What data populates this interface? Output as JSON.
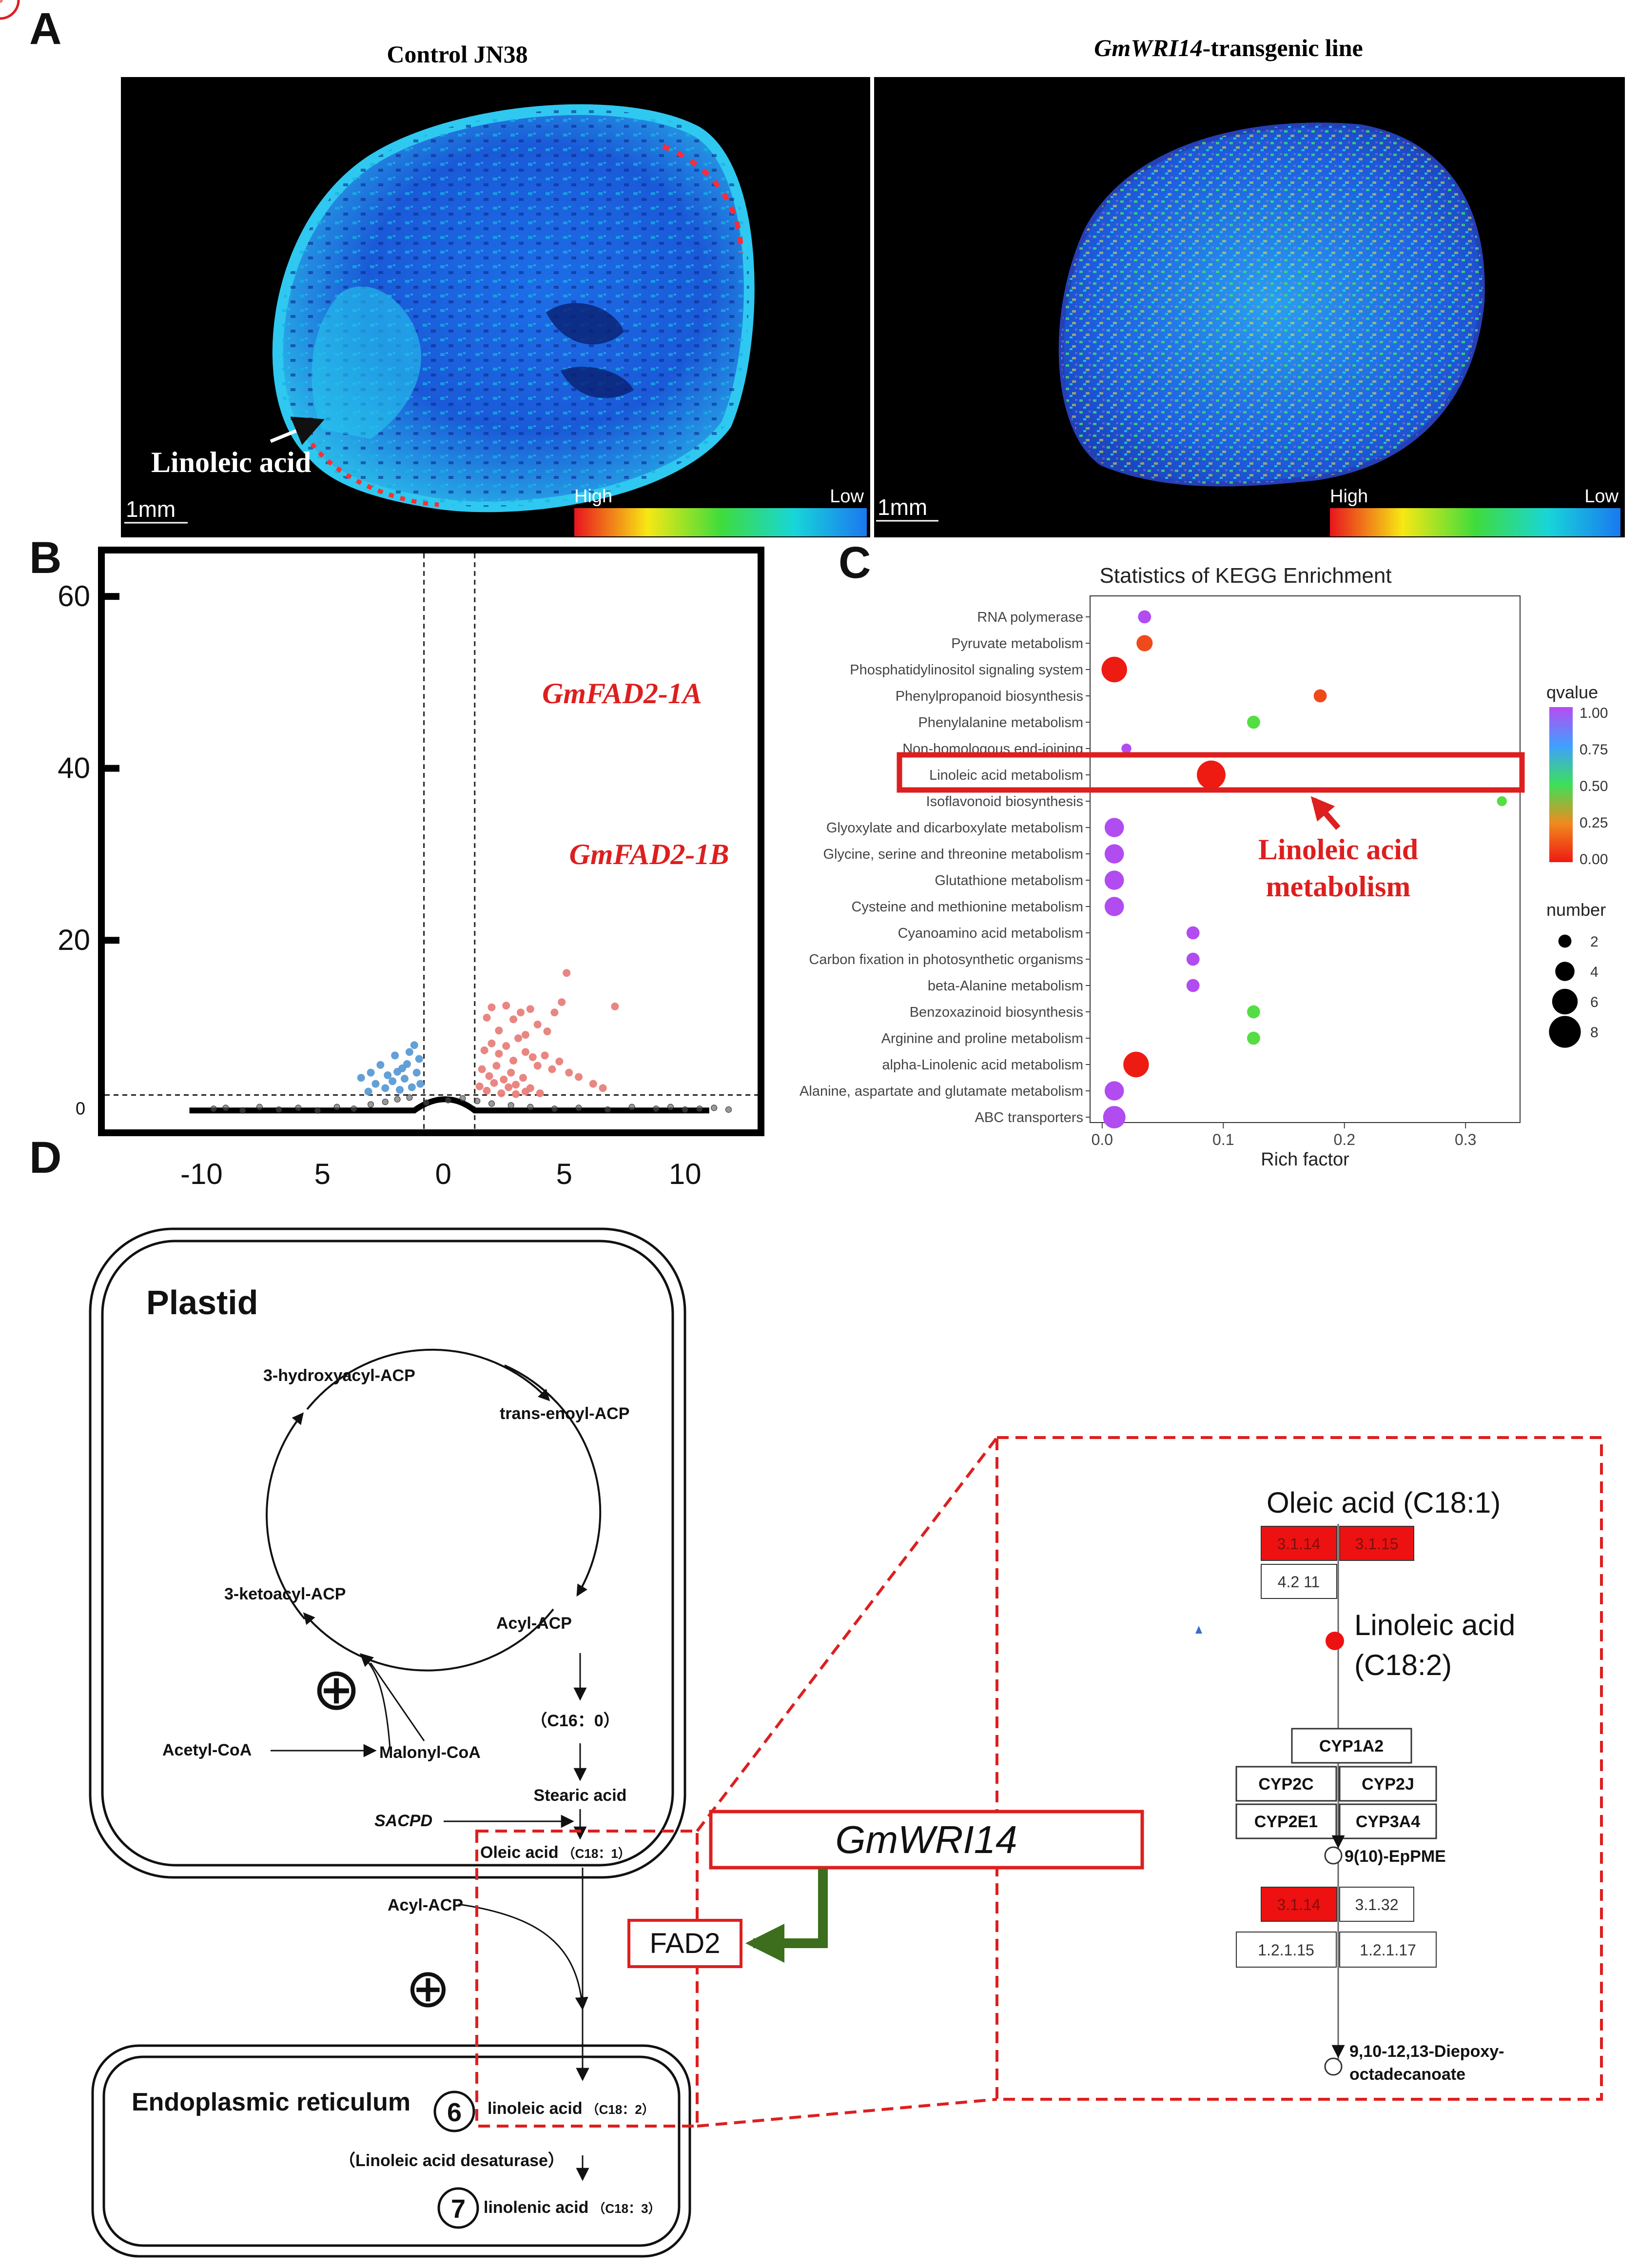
{
  "panels": {
    "a": "A",
    "b": "B",
    "c": "C",
    "d": "D"
  },
  "panel_a": {
    "left_title": "Control JN38",
    "right_title_gene": "GmWRI14",
    "right_title_rest": "-transgenic line",
    "annotation": "Linoleic acid",
    "scale": "1mm",
    "legend_high": "High",
    "legend_low": "Low"
  },
  "panel_b": {
    "gene_a": "GmFAD2-1A",
    "gene_b": "GmFAD2-1B"
  },
  "panel_c": {
    "annotation_line1": "Linoleic acid",
    "annotation_line2": "metabolism",
    "legend_q_title": "qvalue",
    "legend_n_title": "number"
  },
  "panel_d": {
    "plastid": "Plastid",
    "cycle": {
      "n1": "3-hydroxyacyl-ACP",
      "n2": "trans-enoyl-ACP",
      "n3": "3-ketoacyl-ACP",
      "n4": "Acyl-ACP"
    },
    "acetyl": "Acetyl-CoA",
    "malonyl": "Malonyl-CoA",
    "c16_main": "（C16：0）",
    "stearic": "Stearic acid",
    "sacpd": "SACPD",
    "oleic_main": "Oleic acid",
    "oleic_sub": "（C18：1）",
    "acyl_acp2": "Acyl-ACP",
    "plus": "⊕",
    "fad2": "FAD2",
    "gmwri14": "GmWRI14",
    "er": "Endoplasmic reticulum",
    "step6": "6",
    "linoleic_main": "linoleic acid",
    "linoleic_sub": "（C18：2）",
    "desaturase": "（Linoleic acid desaturase）",
    "step7": "7",
    "linolenic_main": "linolenic acid",
    "linolenic_sub": "（C18：3）",
    "inset": {
      "oleic": "Oleic acid (C18:1)",
      "lin1": "Linoleic acid",
      "lin2": "(C18:2)",
      "ec1": "3.1.14",
      "ec2": "3.1.15",
      "ec3": "4.2 11",
      "cyp1a2": "CYP1A2",
      "cyp2c": "CYP2C",
      "cyp2j": "CYP2J",
      "cyp2e1": "CYP2E1",
      "cyp3a4": "CYP3A4",
      "epme": "9(10)-EpPME",
      "ec4": "3.1.14",
      "ec5": "3.1.32",
      "ec6": "1.2.1.15",
      "ec7": "1.2.1.17",
      "diep1": "9,10-12,13-Diepoxy-",
      "diep2": "octadecanoate"
    }
  },
  "colors": {
    "accent_red": "#dd1f1f",
    "up": "#e8807a",
    "down": "#5b9bd5",
    "arrow_green": "#3c6e1e",
    "ec_fill": "#ee1111"
  },
  "chart_data": [
    {
      "type": "scatter",
      "title": "",
      "xlabel": "",
      "ylabel": "",
      "x_ticks": [
        "-10",
        "5",
        "0",
        "5",
        "10"
      ],
      "y_ticks": [
        "0",
        "20",
        "40",
        "60"
      ],
      "xlim": [
        -14,
        13
      ],
      "ylim": [
        -2,
        65
      ],
      "thresholds": {
        "x": [
          -0.8,
          1.3
        ],
        "y": 2
      },
      "labeled_points": [
        {
          "x": 5.4,
          "y": 55.8
        },
        {
          "x": 4.0,
          "y": 30.0
        }
      ],
      "series": [
        {
          "values": [
            [
              1.8,
              11
            ],
            [
              2.0,
              12.2
            ],
            [
              2.3,
              9.5
            ],
            [
              2.6,
              12.4
            ],
            [
              2.9,
              10.8
            ],
            [
              3.2,
              11.6
            ],
            [
              3.4,
              9.0
            ],
            [
              3.6,
              12.0
            ],
            [
              3.9,
              10.2
            ],
            [
              4.3,
              9.4
            ],
            [
              4.6,
              11.6
            ],
            [
              4.9,
              12.8
            ],
            [
              5.1,
              16.2
            ],
            [
              7.1,
              12.3
            ],
            [
              1.7,
              7.2
            ],
            [
              2.0,
              8.0
            ],
            [
              2.3,
              6.8
            ],
            [
              2.6,
              7.7
            ],
            [
              2.9,
              6.0
            ],
            [
              3.1,
              8.6
            ],
            [
              3.4,
              7.0
            ],
            [
              3.7,
              6.4
            ],
            [
              3.9,
              5.4
            ],
            [
              4.2,
              6.6
            ],
            [
              4.5,
              5.0
            ],
            [
              4.8,
              5.9
            ],
            [
              5.2,
              4.6
            ],
            [
              5.6,
              4.1
            ],
            [
              6.2,
              3.3
            ],
            [
              6.6,
              2.8
            ],
            [
              1.6,
              5.0
            ],
            [
              1.9,
              4.2
            ],
            [
              2.2,
              5.4
            ],
            [
              2.5,
              3.8
            ],
            [
              2.8,
              4.6
            ],
            [
              3.0,
              3.2
            ],
            [
              3.3,
              4.0
            ],
            [
              3.6,
              2.8
            ],
            [
              1.5,
              3.0
            ],
            [
              1.8,
              2.5
            ],
            [
              2.1,
              3.4
            ],
            [
              2.4,
              2.2
            ],
            [
              2.7,
              2.9
            ],
            [
              3.0,
              2.1
            ],
            [
              3.4,
              2.4
            ],
            [
              4.0,
              2.2
            ]
          ]
        },
        {
          "values": [
            [
              -3.4,
              4.0
            ],
            [
              -3.0,
              4.6
            ],
            [
              -2.6,
              5.5
            ],
            [
              -2.3,
              4.3
            ],
            [
              -2.0,
              6.6
            ],
            [
              -1.7,
              5.1
            ],
            [
              -1.4,
              7.0
            ],
            [
              -1.2,
              7.8
            ],
            [
              -1.0,
              6.2
            ],
            [
              -2.8,
              3.3
            ],
            [
              -2.4,
              2.8
            ],
            [
              -2.1,
              3.6
            ],
            [
              -1.8,
              2.6
            ],
            [
              -1.6,
              3.9
            ],
            [
              -1.3,
              2.9
            ],
            [
              -1.1,
              4.6
            ],
            [
              -0.95,
              3.3
            ],
            [
              -3.1,
              2.4
            ],
            [
              -1.5,
              5.6
            ],
            [
              -1.9,
              4.7
            ]
          ]
        },
        {
          "values": [
            [
              -9.5,
              0.4
            ],
            [
              -9.0,
              0.5
            ],
            [
              -8.3,
              0.2
            ],
            [
              -7.6,
              0.6
            ],
            [
              -6.8,
              0.3
            ],
            [
              -6.0,
              0.5
            ],
            [
              -5.2,
              0.2
            ],
            [
              -4.4,
              0.6
            ],
            [
              -3.7,
              0.4
            ],
            [
              -3.0,
              0.9
            ],
            [
              -2.4,
              1.2
            ],
            [
              -1.9,
              1.5
            ],
            [
              -1.4,
              1.7
            ],
            [
              -0.7,
              1.1
            ],
            [
              0.2,
              1.4
            ],
            [
              0.8,
              1.6
            ],
            [
              1.4,
              1.3
            ],
            [
              2.0,
              1.0
            ],
            [
              2.8,
              0.8
            ],
            [
              3.6,
              0.6
            ],
            [
              4.6,
              0.4
            ],
            [
              5.6,
              0.5
            ],
            [
              6.8,
              0.3
            ],
            [
              7.8,
              0.6
            ],
            [
              8.8,
              0.4
            ],
            [
              9.4,
              0.6
            ],
            [
              10.0,
              0.3
            ],
            [
              10.6,
              0.4
            ],
            [
              11.2,
              0.5
            ],
            [
              11.8,
              0.3
            ]
          ]
        }
      ]
    },
    {
      "type": "scatter",
      "title": "Statistics of KEGG Enrichment",
      "xlabel": "Rich factor",
      "ylabel": "",
      "x_ticks": [
        "0.0",
        "0.1",
        "0.2",
        "0.3"
      ],
      "xlim": [
        -0.01,
        0.345
      ],
      "categories": [
        "RNA polymerase",
        "Pyruvate metabolism",
        "Phosphatidylinositol signaling system",
        "Phenylpropanoid biosynthesis",
        "Phenylalanine metabolism",
        "Non-homologous end-joining",
        "Linoleic acid metabolism",
        "Isoflavonoid biosynthesis",
        "Glyoxylate and dicarboxylate metabolism",
        "Glycine, serine and threonine metabolism",
        "Glutathione metabolism",
        "Cysteine and methionine metabolism",
        "Cyanoamino acid metabolism",
        "Carbon fixation in photosynthetic organisms",
        "beta-Alanine metabolism",
        "Benzoxazinoid biosynthesis",
        "Arginine and proline metabolism",
        "alpha-Linolenic acid metabolism",
        "Alanine, aspartate and glutamate metabolism",
        "ABC transporters"
      ],
      "rich_factor": [
        0.035,
        0.035,
        0.01,
        0.18,
        0.125,
        0.02,
        0.09,
        0.33,
        0.01,
        0.01,
        0.01,
        0.01,
        0.075,
        0.075,
        0.075,
        0.125,
        0.125,
        0.028,
        0.01,
        0.01
      ],
      "number": [
        2,
        3,
        6,
        2,
        2,
        1,
        7,
        1,
        4,
        4,
        4,
        4,
        2,
        2,
        2,
        2,
        2,
        6,
        4,
        5
      ],
      "qvalue": [
        1.0,
        0.05,
        0.0,
        0.05,
        0.5,
        1.0,
        0.0,
        0.5,
        1.0,
        1.0,
        1.0,
        1.0,
        1.0,
        1.0,
        1.0,
        0.5,
        0.5,
        0.0,
        1.0,
        1.0
      ],
      "qvalue_ticks": [
        "1.00",
        "0.75",
        "0.50",
        "0.25",
        "0.00"
      ],
      "number_ticks": [
        "2",
        "4",
        "6",
        "8"
      ],
      "highlighted": "Linoleic acid metabolism"
    }
  ]
}
